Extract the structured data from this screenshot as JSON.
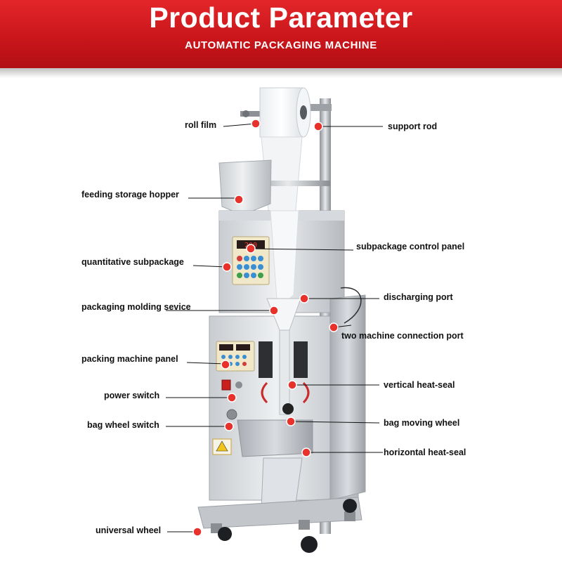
{
  "header": {
    "title": "Product Parameter",
    "subtitle": "AUTOMATIC PACKAGING MACHINE"
  },
  "colors": {
    "banner": "#d41c20",
    "marker": "#e8312b"
  },
  "labels": {
    "left": [
      "roll film",
      "feeding storage hopper",
      "quantitative subpackage",
      "packaging molding sevice",
      "packing machine panel",
      "power switch",
      "bag wheel switch",
      "universal wheel"
    ],
    "right": [
      "support rod",
      "subpackage control panel",
      "discharging port",
      "two machine connection port",
      "vertical heat-seal",
      "bag moving wheel",
      "horizontal heat-seal"
    ]
  },
  "panel_display": {
    "upper": "200"
  }
}
